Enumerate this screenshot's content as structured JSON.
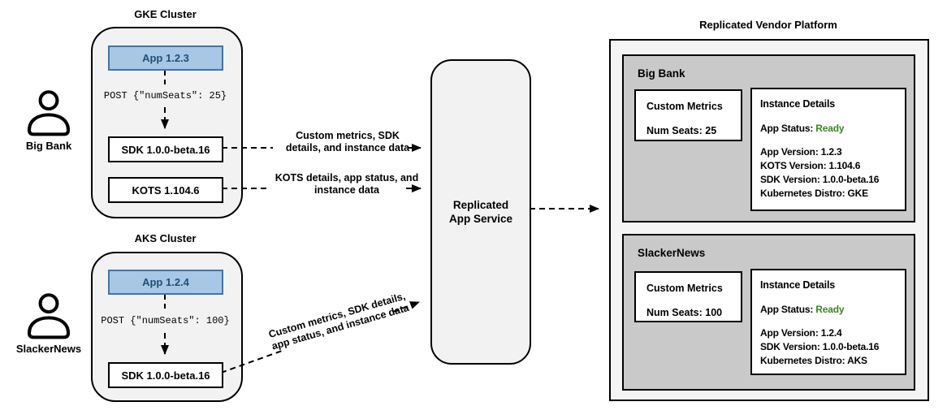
{
  "colors": {
    "app_fill": "#a8c7e5",
    "app_border": "#3a76b5",
    "app_text": "#1f4e79",
    "status_ready_green": "#3a871e",
    "container_fill": "#f2f2f2",
    "tenant_panel_fill": "#c9c9c9"
  },
  "actors": [
    {
      "name": "Big Bank"
    },
    {
      "name": "SlackerNews"
    }
  ],
  "clusters": [
    {
      "title": "GKE Cluster",
      "app_label": "App 1.2.3",
      "post_label": "POST {\"numSeats\": 25}",
      "sdk_label": "SDK 1.0.0-beta.16",
      "kots_label": "KOTS 1.104.6"
    },
    {
      "title": "AKS Cluster",
      "app_label": "App 1.2.4",
      "post_label": "POST {\"numSeats\": 100}",
      "sdk_label": "SDK 1.0.0-beta.16"
    }
  ],
  "service": {
    "label": "Replicated App Service"
  },
  "edges": {
    "sdk_to_service": "Custom metrics, SDK details, and instance data",
    "kots_to_service": "KOTS details, app status, and instance data",
    "aks_to_service": "Custom metrics, SDK details, app status, and instance data"
  },
  "platform": {
    "title": "Replicated Vendor Platform",
    "tenants": [
      {
        "name": "Big Bank",
        "metrics_title": "Custom Metrics",
        "metrics_value": "Num Seats: 25",
        "details_title": "Instance Details",
        "status_label": "App Status:",
        "status_value": "Ready",
        "lines": [
          "App Version: 1.2.3",
          "KOTS Version: 1.104.6",
          "SDK Version: 1.0.0-beta.16",
          "Kubernetes Distro: GKE"
        ]
      },
      {
        "name": "SlackerNews",
        "metrics_title": "Custom Metrics",
        "metrics_value": "Num Seats: 100",
        "details_title": "Instance Details",
        "status_label": "App Status:",
        "status_value": "Ready",
        "lines": [
          "App Version: 1.2.4",
          "SDK Version: 1.0.0-beta.16",
          "Kubernetes Distro: AKS"
        ]
      }
    ]
  }
}
